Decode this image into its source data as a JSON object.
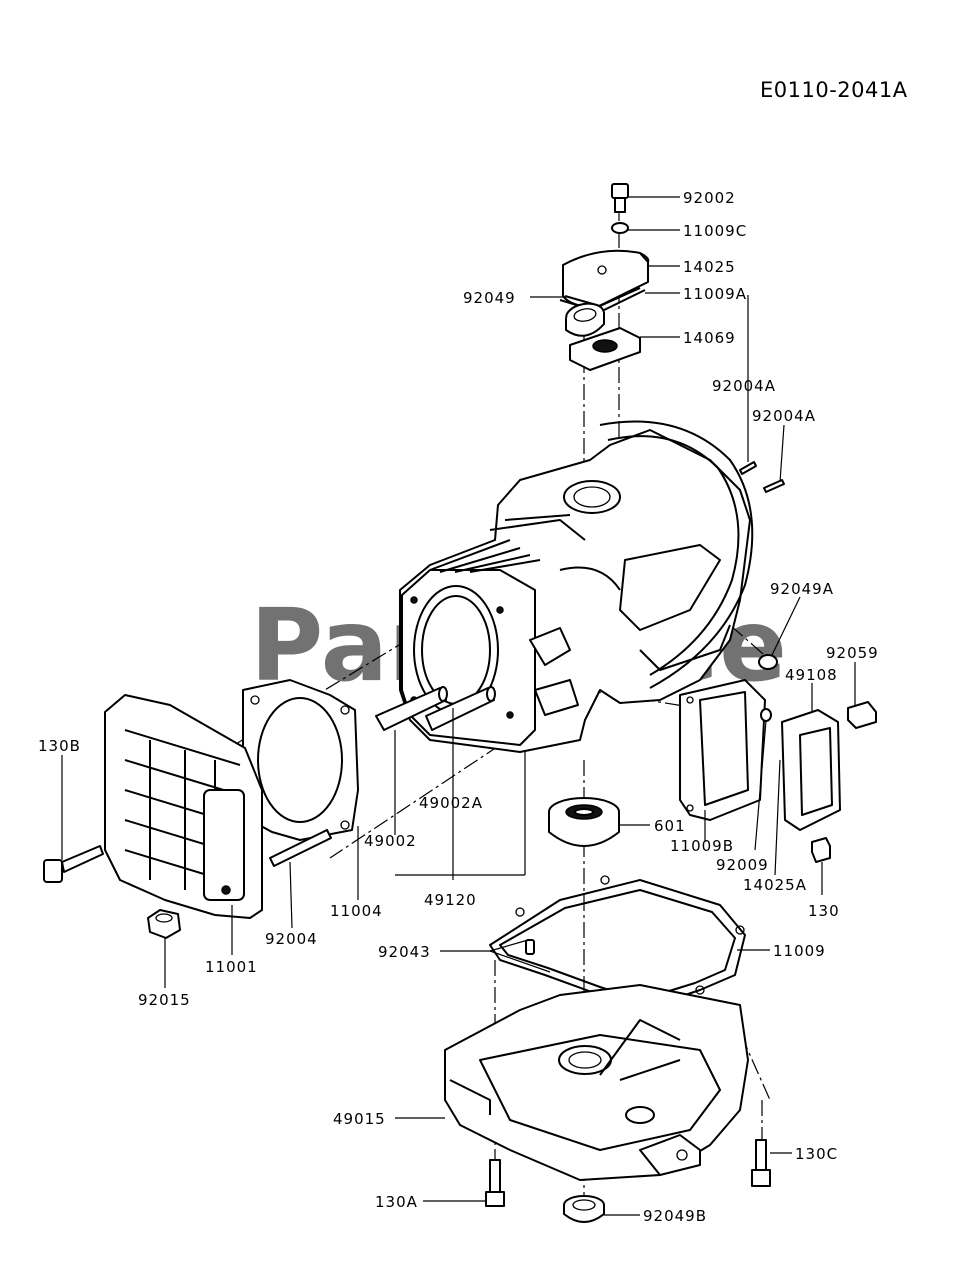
{
  "diagram_code": "E0110-2041A",
  "watermark": "PartsTree",
  "parts": [
    "92002",
    "11009C",
    "14025",
    "11009A",
    "14069",
    "92049",
    "92004A",
    "92004A",
    "92049A",
    "92059",
    "49108",
    "130B",
    "49002A",
    "49002",
    "49120",
    "11004",
    "601",
    "11009B",
    "92009",
    "14025A",
    "130",
    "11001",
    "92004",
    "92015",
    "92043",
    "11009",
    "49015",
    "130C",
    "130A",
    "92049B"
  ]
}
